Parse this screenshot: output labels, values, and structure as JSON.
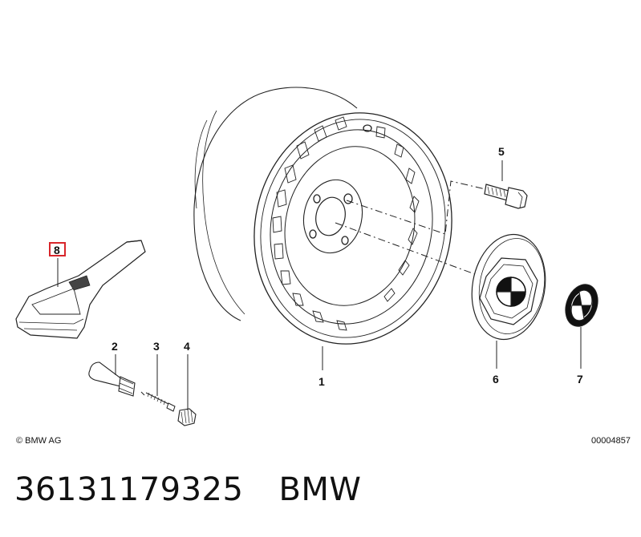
{
  "diagram": {
    "copyright": "© BMW AG",
    "drawing_number": "00004857",
    "callouts": [
      {
        "id": "1",
        "label": "1"
      },
      {
        "id": "2",
        "label": "2"
      },
      {
        "id": "3",
        "label": "3"
      },
      {
        "id": "4",
        "label": "4"
      },
      {
        "id": "5",
        "label": "5"
      },
      {
        "id": "6",
        "label": "6"
      },
      {
        "id": "7",
        "label": "7"
      },
      {
        "id": "8",
        "label": "8"
      }
    ],
    "selected_callout": "8"
  },
  "part": {
    "number": "36131179325",
    "brand": "BMW"
  }
}
